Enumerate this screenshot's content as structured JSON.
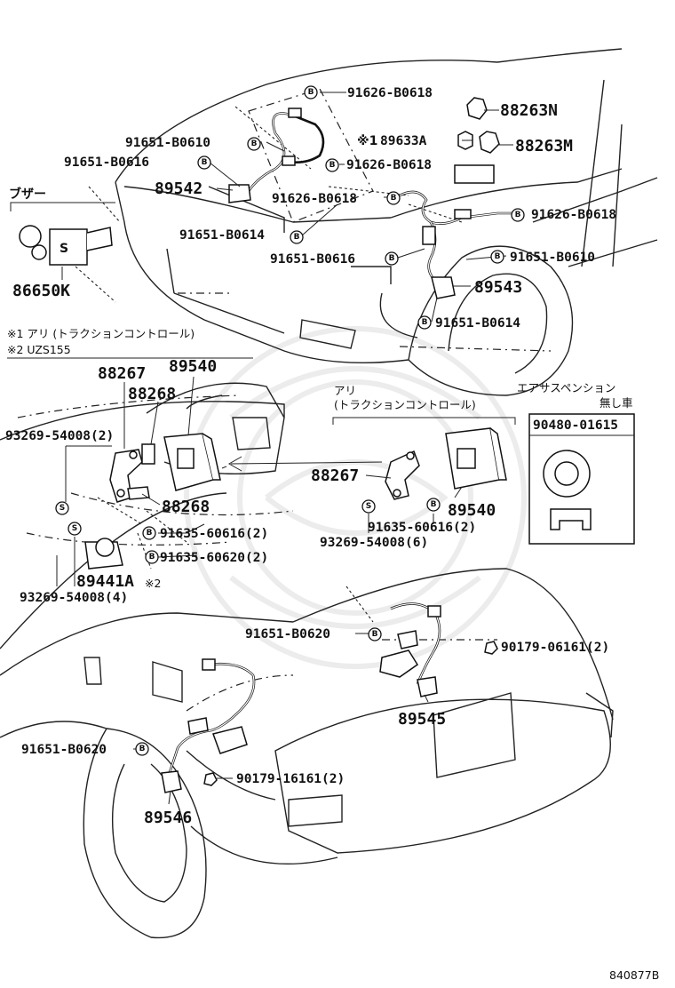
{
  "labels": {
    "p91626_B0618_a": "91626-B0618",
    "p88263N": "88263N",
    "p89633A": "89633A",
    "p89633A_mark": "※1",
    "p88263M": "88263M",
    "p91651_B0610_a": "91651-B0610",
    "p91626_B0618_b": "91626-B0618",
    "p91651_B0616_a": "91651-B0616",
    "p89542": "89542",
    "p91626_B0618_c": "91626-B0618",
    "p91626_B0618_d": "91626-B0618",
    "p91651_B0614_a": "91651-B0614",
    "p91651_B0610_b": "91651-B0610",
    "p91651_B0616_b": "91651-B0616",
    "p89543": "89543",
    "p91651_B0614_b": "91651-B0614",
    "buzzer": "ブザー",
    "p86650K": "86650K",
    "note1": "※1 アリ (トラクションコントロール)",
    "note2": "※2 UZS155",
    "p88267_a": "88267",
    "p89540_a": "89540",
    "p88268_a": "88268",
    "p93269_54008_2": "93269-54008(2)",
    "p88268_b": "88268",
    "p91635_60616_a": "91635-60616(2)",
    "p91635_60620": "91635-60620(2)",
    "p89441A": "89441A",
    "p89441A_mark": "※2",
    "p93269_54008_4": "93269-54008(4)",
    "tc_label_1": "アリ",
    "tc_label_2": "(トラクションコントロール)",
    "p88267_b": "88267",
    "p89540_b": "89540",
    "p91635_60616_b": "91635-60616(2)",
    "p93269_54008_6": "93269-54008(6)",
    "air_susp_1": "エアサスペンション",
    "air_susp_2": "無し車",
    "p90480_01615": "90480-01615",
    "p91651_B0620_a": "91651-B0620",
    "p90179_06161": "90179-06161(2)",
    "p89545": "89545",
    "p91651_B0620_b": "91651-B0620",
    "p90179_16161": "90179-16161(2)",
    "p89546": "89546",
    "fig_id": "840877B"
  },
  "symbols": {
    "bolt": "B",
    "screw": "S"
  }
}
